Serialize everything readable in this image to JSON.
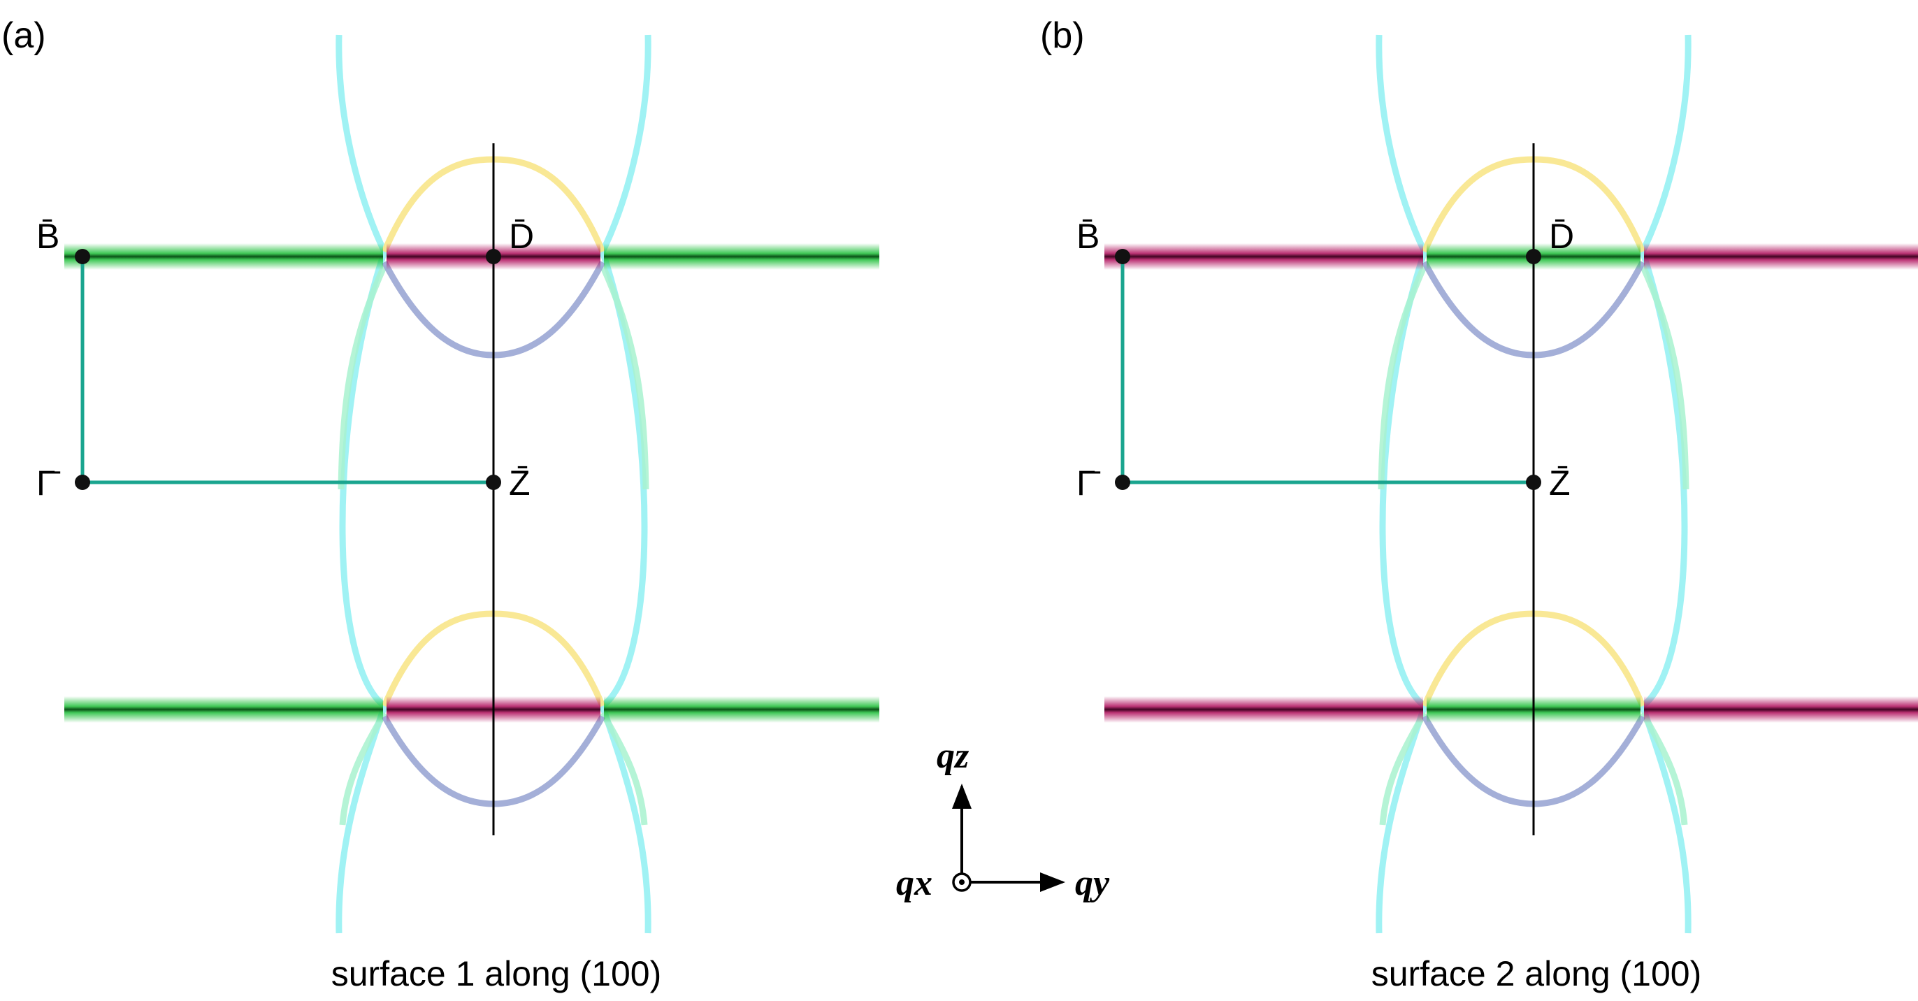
{
  "panels": [
    {
      "id": "a",
      "label": "(a)",
      "caption": "surface 1 along (100)",
      "points": {
        "B": "B̄",
        "D": "D̄",
        "Gamma": "Γ̄",
        "Z": "Z̄"
      },
      "outer_band_color": "green",
      "inner_band_color": "magenta"
    },
    {
      "id": "b",
      "label": "(b)",
      "caption": "surface 2 along (100)",
      "points": {
        "B": "B̄",
        "D": "D̄",
        "Gamma": "Γ̄",
        "Z": "Z̄"
      },
      "outer_band_color": "magenta",
      "inner_band_color": "green"
    }
  ],
  "axes": {
    "x": "qx",
    "y": "qy",
    "z": "qz"
  },
  "colors": {
    "green": "#1fbf3a",
    "magenta": "#b0105c",
    "path": "#1aa58f",
    "cyan": "#8ff0f2",
    "yellow": "#f8e58a",
    "blue": "#9aa6d4",
    "mint": "#a8f2cf"
  }
}
